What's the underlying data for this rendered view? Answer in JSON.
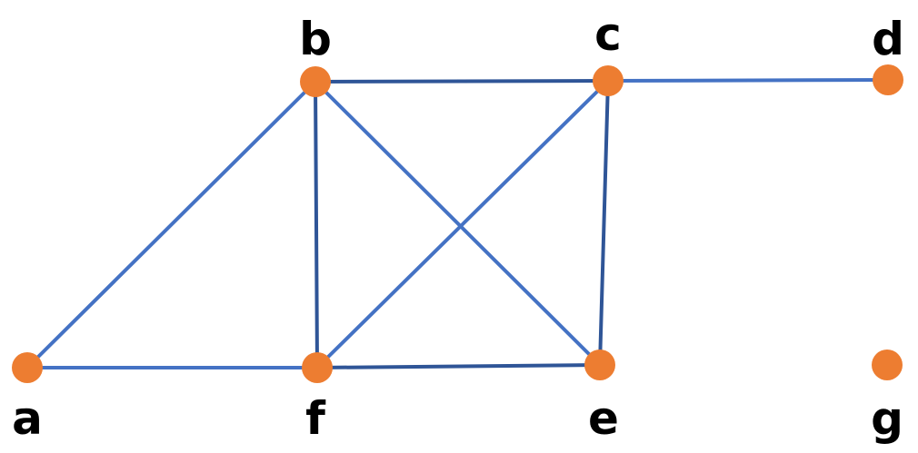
{
  "graph": {
    "nodes": [
      {
        "id": "a",
        "label": "a"
      },
      {
        "id": "b",
        "label": "b"
      },
      {
        "id": "c",
        "label": "c"
      },
      {
        "id": "d",
        "label": "d"
      },
      {
        "id": "e",
        "label": "e"
      },
      {
        "id": "f",
        "label": "f"
      },
      {
        "id": "g",
        "label": "g"
      }
    ],
    "edges": [
      {
        "from": "a",
        "to": "b"
      },
      {
        "from": "a",
        "to": "f"
      },
      {
        "from": "b",
        "to": "c"
      },
      {
        "from": "b",
        "to": "f"
      },
      {
        "from": "b",
        "to": "e"
      },
      {
        "from": "c",
        "to": "f"
      },
      {
        "from": "c",
        "to": "e"
      },
      {
        "from": "c",
        "to": "d"
      },
      {
        "from": "f",
        "to": "e"
      }
    ],
    "colors": {
      "node_fill": "#ED7D31",
      "edge_light": "#4472C4",
      "edge_dark": "#2F5597",
      "label": "#000000"
    }
  }
}
